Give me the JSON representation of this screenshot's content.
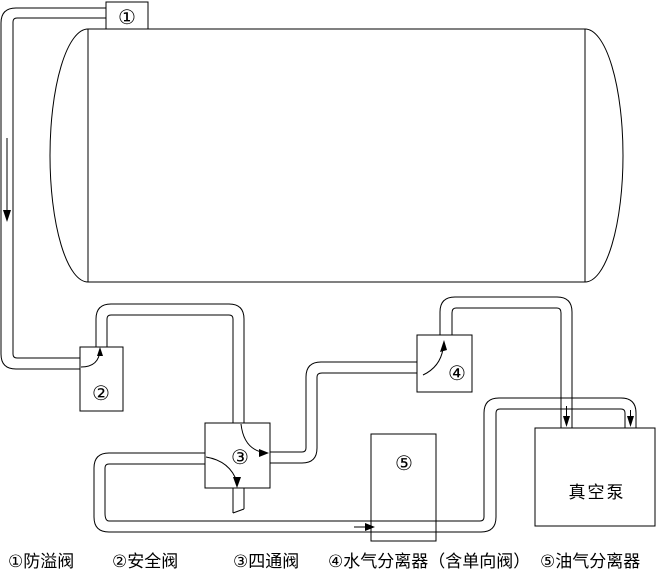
{
  "diagram": {
    "components": {
      "valve1": "①",
      "valve2": "②",
      "valve3": "③",
      "valve4": "④",
      "separator5": "⑤",
      "pump": "真空泵"
    },
    "legend": {
      "item1": "①防溢阀",
      "item2": "②安全阀",
      "item3": "③四通阀",
      "item4": "④水气分离器（含单向阀）",
      "item5": "⑤油气分离器"
    },
    "colors": {
      "line": "#000000",
      "background": "#ffffff"
    }
  }
}
